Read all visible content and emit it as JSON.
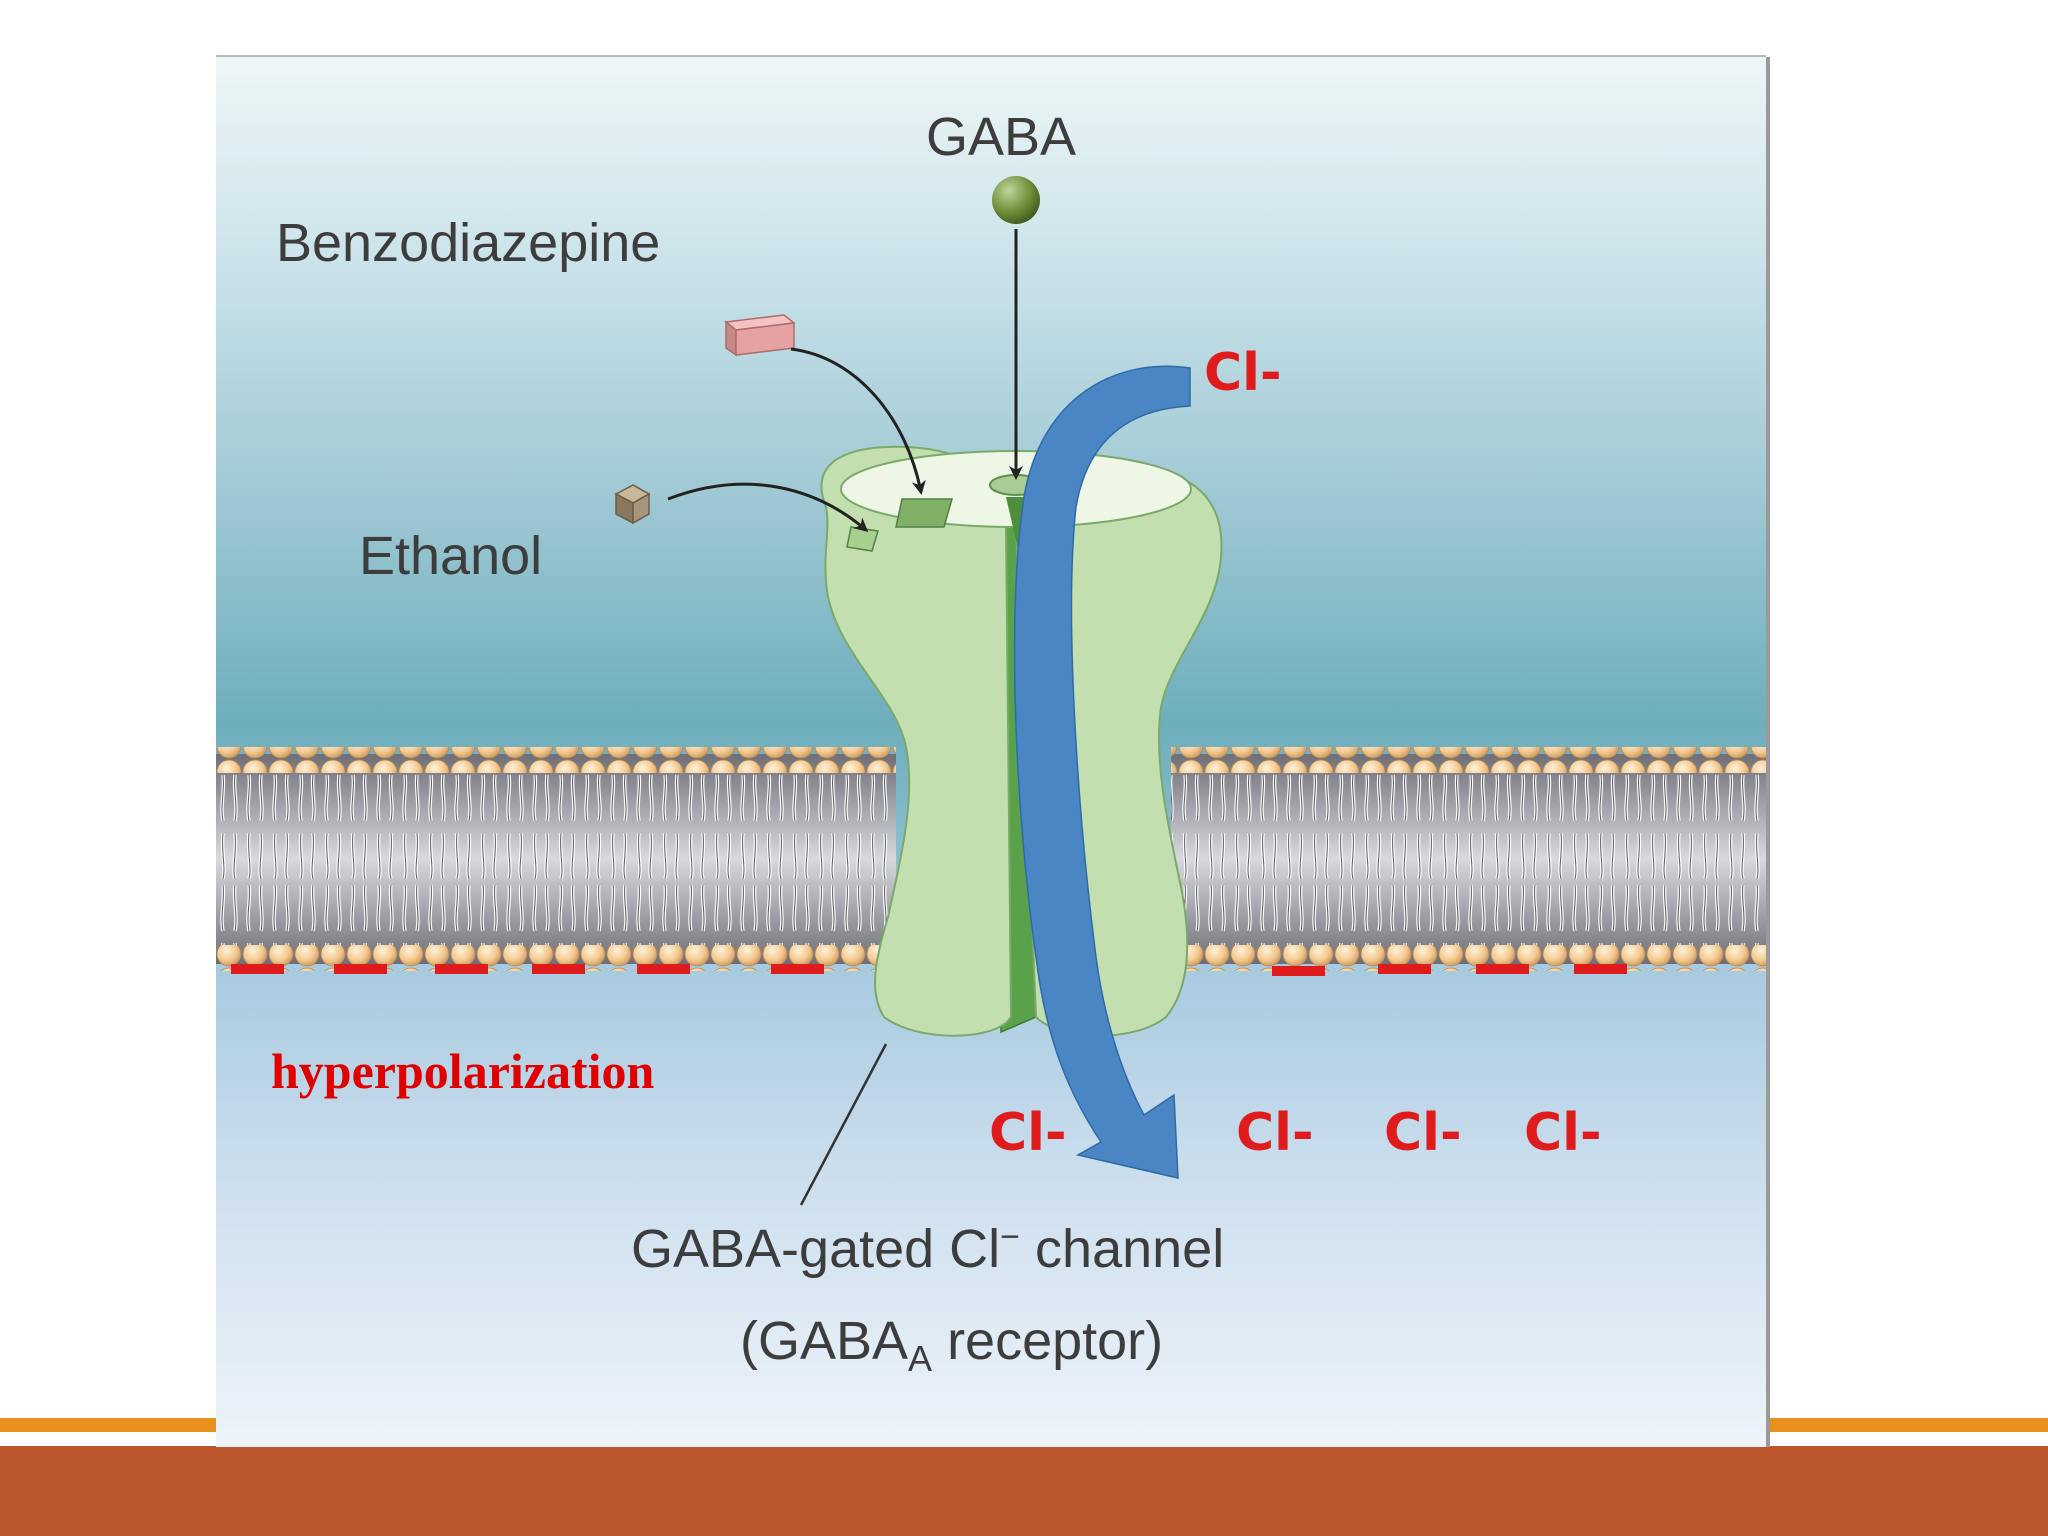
{
  "diagram": {
    "labels": {
      "gaba": "GABA",
      "benzodiazepine": "Benzodiazepine",
      "ethanol": "Ethanol",
      "cl_top": "Cl-",
      "cl_bottom_1": "Cl-",
      "cl_bottom_2": "Cl-",
      "cl_bottom_3": "Cl-",
      "cl_bottom_4": "Cl-",
      "hyperpolarization": "hyperpolarization",
      "channel_line_1": "GABA-gated Cl",
      "channel_superscript": "−",
      "channel_line_1_end": " channel",
      "channel_line_2_start": "(GABA",
      "channel_subscript": "A",
      "channel_line_2_end": "  receptor)"
    },
    "colors": {
      "background_top": "#a9cedb",
      "membrane_head": "#f2c99a",
      "membrane_core": "#9a9aa2",
      "channel_green": "#c3dfb0",
      "channel_pore": "#5aa24a",
      "arrow_blue": "#4a86c4",
      "dash_red": "#E01B1B",
      "footer_orange": "#BC562C",
      "footer_line": "#E8901E"
    }
  }
}
